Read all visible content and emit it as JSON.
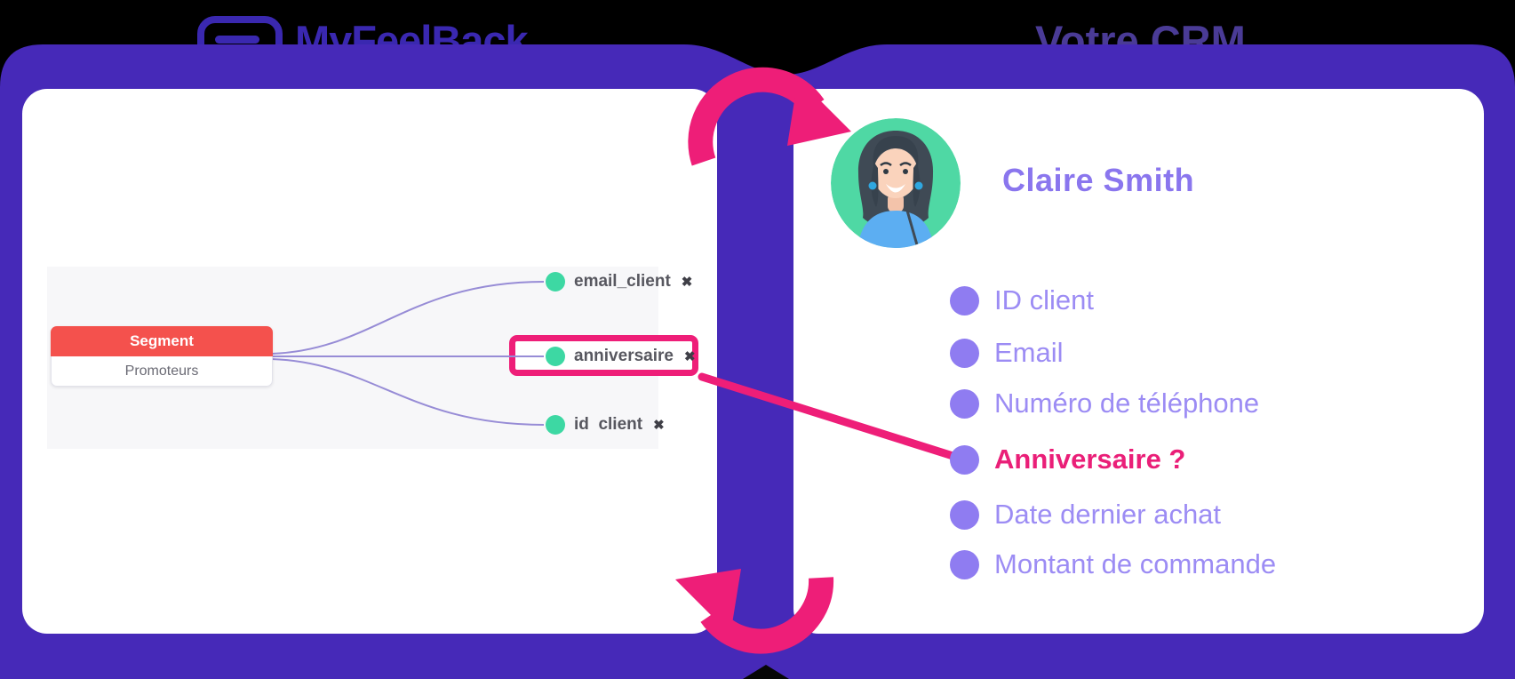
{
  "header": {
    "logo_text": "MyFeelBack",
    "crm_title": "Votre CRM"
  },
  "mapping_panel": {
    "segment_card": {
      "title": "Segment",
      "subtitle": "Promoteurs"
    },
    "remove_glyph": "✖",
    "fields": [
      {
        "label": "email_client",
        "highlighted": false
      },
      {
        "label": "anniversaire",
        "highlighted": true
      },
      {
        "label": "id  client",
        "highlighted": false
      }
    ]
  },
  "crm_panel": {
    "contact_name": "Claire Smith",
    "attributes": [
      {
        "label": "ID client",
        "highlighted": false
      },
      {
        "label": "Email",
        "highlighted": false
      },
      {
        "label": "Numéro de téléphone",
        "highlighted": false
      },
      {
        "label": "Anniversaire ?",
        "highlighted": true
      },
      {
        "label": "Date dernier achat",
        "highlighted": false
      },
      {
        "label": "Montant de commande",
        "highlighted": false
      }
    ]
  },
  "colors": {
    "book_purple": "#4629b8",
    "accent_pink": "#ee1e78",
    "segment_red": "#f4514d",
    "node_teal": "#3dd8a3",
    "list_purple": "#9c8cf4",
    "name_purple": "#8a76ee",
    "title_indigo": "#3a28b0"
  }
}
